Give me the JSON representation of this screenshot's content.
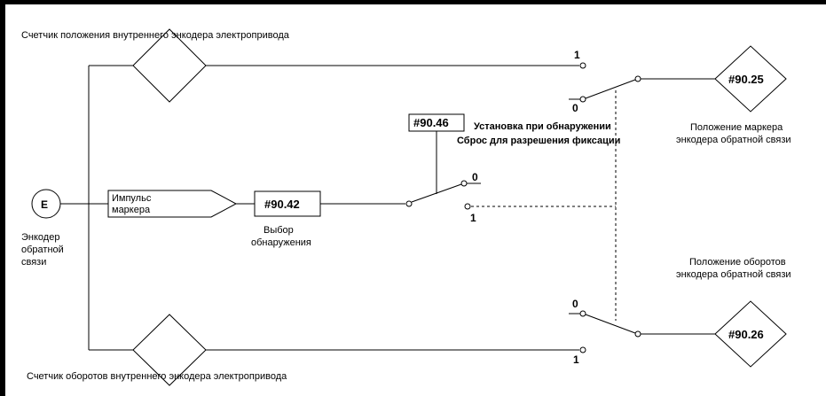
{
  "params": {
    "p9042": "#90.42",
    "p9046": "#90.46",
    "p9025": "#90.25",
    "p9026": "#90.26"
  },
  "switch_labels": {
    "zero": "0",
    "one": "1"
  },
  "labels": {
    "position_counter": "Счетчик положения внутреннего энкодера электропривода",
    "revolution_counter": "Счетчик оборотов внутреннего энкодера электропривода",
    "encoder_letter": "E",
    "encoder_caption": [
      "Энкодер",
      "обратной",
      "связи"
    ],
    "marker_pulse": [
      "Импульс",
      "маркера"
    ],
    "detection_select": [
      "Выбор",
      "обнаружения"
    ],
    "set_on_detection": "Установка при обнаружении",
    "reset_to_enable": "Сброс для разрешения фиксации",
    "marker_position": [
      "Положение маркера",
      "энкодера обратной связи"
    ],
    "revolutions_position": [
      "Положение оборотов",
      "энкодера обратной связи"
    ]
  },
  "colors": {
    "frame": "#000000",
    "background": "#ffffff",
    "lines": "#000000"
  }
}
